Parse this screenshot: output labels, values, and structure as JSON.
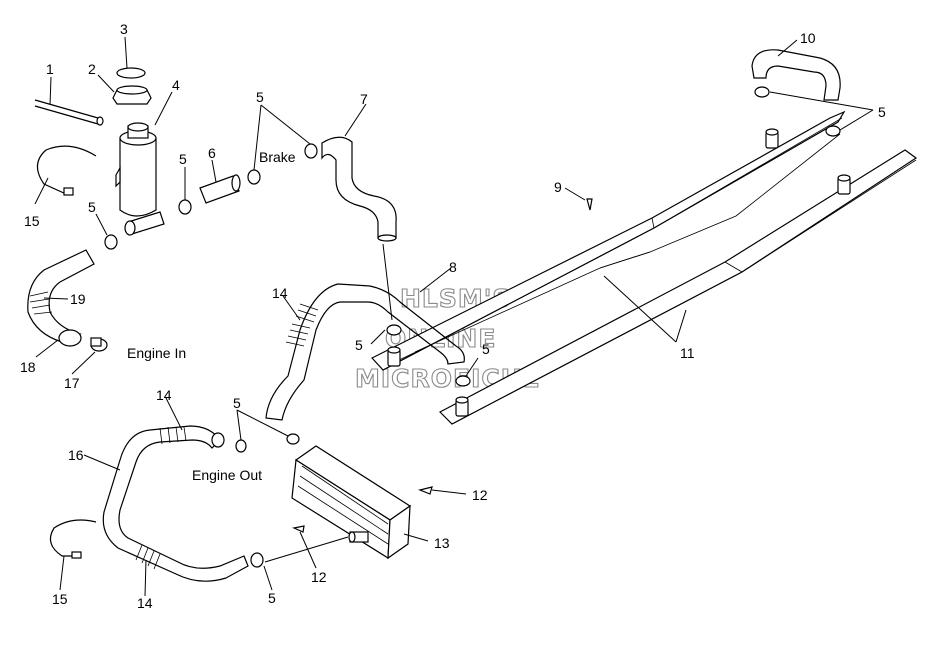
{
  "callouts": {
    "c1": "1",
    "c2": "2",
    "c3": "3",
    "c4": "4",
    "c5a": "5",
    "c5b": "5",
    "c5c": "5",
    "c5d": "5",
    "c5e": "5",
    "c5f": "5",
    "c5g": "5",
    "c5h": "5",
    "c6": "6",
    "c7": "7",
    "c8": "8",
    "c9": "9",
    "c10": "10",
    "c11": "11",
    "c12a": "12",
    "c12b": "12",
    "c13": "13",
    "c14a": "14",
    "c14b": "14",
    "c14c": "14",
    "c15a": "15",
    "c15b": "15",
    "c16": "16",
    "c17": "17",
    "c18": "18",
    "c19": "19"
  },
  "labels": {
    "brake": "Brake",
    "engine_in": "Engine In",
    "engine_out": "Engine Out"
  },
  "watermark": {
    "line1": "HLSM'S",
    "line2": "ONLINE",
    "line3": "MICROFICHE"
  }
}
